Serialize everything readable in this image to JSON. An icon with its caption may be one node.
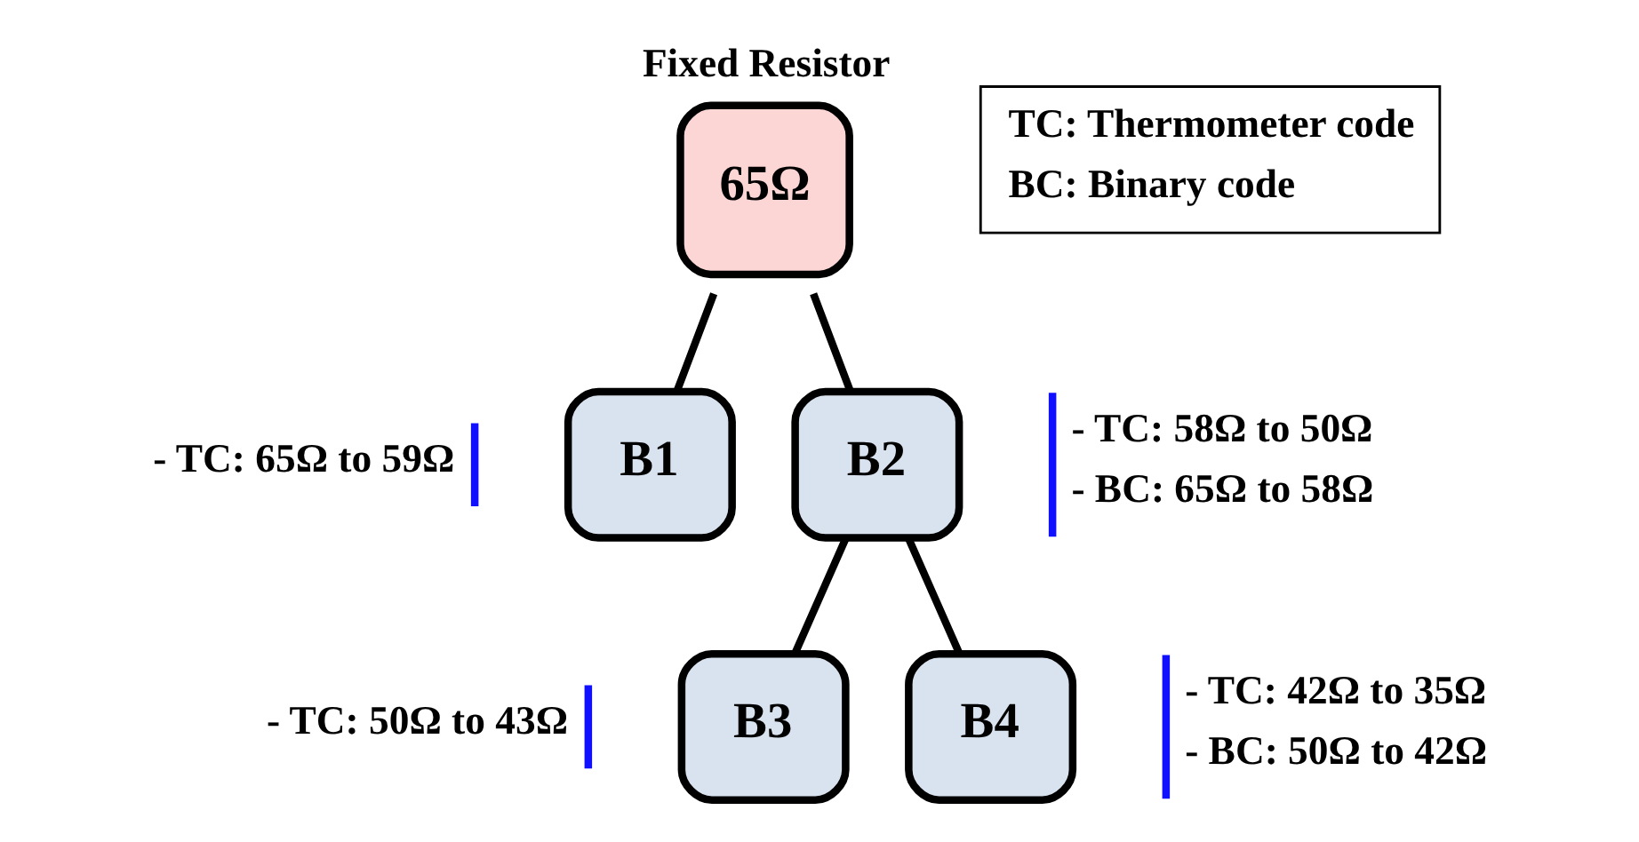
{
  "diagram": {
    "nodes": [
      {
        "text": [
          "Fixed Resistor",
          "65Ω"
        ]
      },
      {
        "text": [
          "B1"
        ],
        "beside": [
          "- TC: 65Ω to 59Ω"
        ]
      },
      {
        "text": [
          "B2"
        ],
        "beside": [
          "- TC: 58Ω to 50Ω",
          "- BC: 65Ω to 58Ω"
        ]
      },
      {
        "text": [
          "B3"
        ],
        "beside": [
          "- TC: 50Ω to 43Ω"
        ]
      },
      {
        "text": [
          "B4"
        ],
        "beside": [
          "- TC: 42Ω to 35Ω",
          "- BC: 50Ω to 42Ω"
        ]
      },
      {
        "text": [
          "TC: Thermometer code",
          "BC: Binary code"
        ]
      }
    ],
    "edges": [
      {
        "from": 0,
        "to": 1,
        "arrow": "none"
      },
      {
        "from": 0,
        "to": 2,
        "arrow": "none"
      },
      {
        "from": 2,
        "to": 3,
        "arrow": "none"
      },
      {
        "from": 2,
        "to": 4,
        "arrow": "none"
      }
    ]
  }
}
